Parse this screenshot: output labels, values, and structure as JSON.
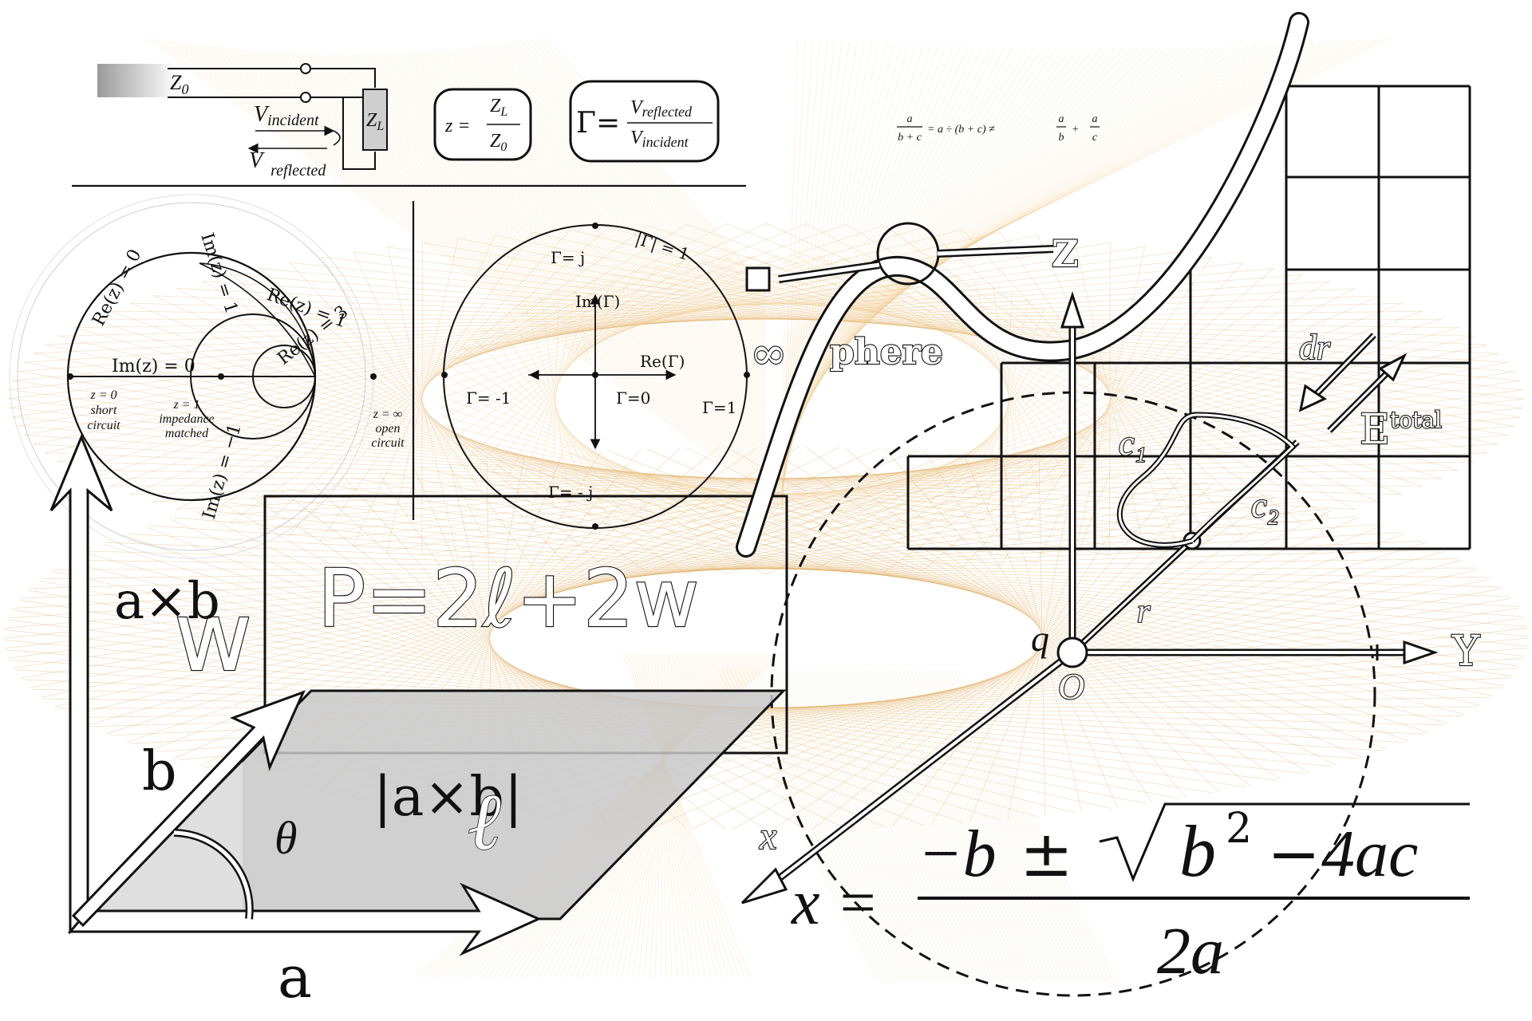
{
  "colors": {
    "background": "#ffffff",
    "ink": "#111111",
    "mesh": "#d99a3e",
    "mesh_light": "#f0c98a",
    "parallelogram_fill": "#c8c8c8"
  },
  "transmission": {
    "z0": "Z",
    "z0_sub": "0",
    "v_incident": "V",
    "v_incident_sub": "incident",
    "v_reflected": "V",
    "v_reflected_sub": "reflected",
    "zl": "Z",
    "zl_sub": "L",
    "impedance_formula_lhs": "z =",
    "impedance_num": "Z",
    "impedance_num_sub": "L",
    "impedance_den": "Z",
    "impedance_den_sub": "0",
    "gamma_lhs": "Γ=",
    "gamma_num": "V",
    "gamma_num_sub": "reflected",
    "gamma_den": "V",
    "gamma_den_sub": "incident"
  },
  "fraction_identity": {
    "frac1_num": "a",
    "frac1_den": "b + c",
    "middle": "= a ÷ (b + c) ≠",
    "frac2_num": "a",
    "frac2_den": "b",
    "plus": "+",
    "frac3_num": "a",
    "frac3_den": "c"
  },
  "smith_chart": {
    "re_z0": "Re(z) = 0",
    "im_z1": "Im(z) = 1",
    "re_z1": "Re(z) = 1",
    "re_z3": "Re(z) = 3",
    "im_z0": "Im(z) = 0",
    "im_zm1": "Im(z) = −1",
    "short_z": "z = 0",
    "short_label1": "short",
    "short_label2": "circuit",
    "matched_z": "z = 1",
    "matched_label1": "impedance",
    "matched_label2": "matched",
    "open_z": "z = ∞",
    "open_label1": "open",
    "open_label2": "circuit"
  },
  "gamma_plane": {
    "gamma_j": "Γ= j",
    "gamma_mag": "|Γ| = 1",
    "im_gamma": "Im(Γ)",
    "re_gamma": "Re(Γ)",
    "gamma_m1": "Γ= -1",
    "gamma_0": "Γ=0",
    "gamma_1": "Γ=1",
    "gamma_mj": "Γ= - j"
  },
  "perimeter": {
    "formula": "P=2ℓ+2w",
    "w_label": "w",
    "l_label": "ℓ"
  },
  "cross_product": {
    "axb": "a×b",
    "b_label": "b",
    "theta": "θ",
    "magnitude": "|a×b|",
    "a_label": "a"
  },
  "sphere": {
    "infinity": "∞",
    "sphere_word": "phere",
    "c1": "c₁",
    "c2": "c₂",
    "r_vec": "r⃗",
    "q_label": "q",
    "o_label": "O",
    "y_label": "Y",
    "x_axis_label": "x",
    "dr_label": "dr⃗",
    "e_label": "E",
    "e_sup": "total",
    "z_label": "Z"
  },
  "quadratic": {
    "lhs": "x =",
    "numerator": "−b ± √b² − 4ac",
    "neg_b": "−b",
    "pm": "±",
    "b_sq": "b",
    "sq": "2",
    "minus": "−",
    "four_ac": "4ac",
    "denominator": "2a"
  }
}
